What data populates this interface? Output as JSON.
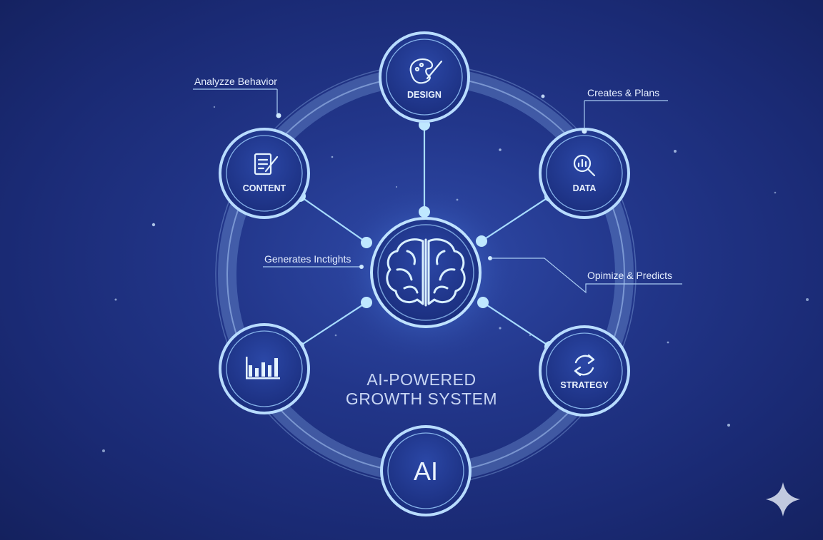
{
  "title_line1": "AI-POWERED",
  "title_line2": "GROWTH SYSTEM",
  "center": {
    "icon": "brain-icon"
  },
  "nodes": [
    {
      "id": "design",
      "label": "DESIGN",
      "icon": "palette-icon"
    },
    {
      "id": "data",
      "label": "DATA",
      "icon": "magnifier-chart-icon"
    },
    {
      "id": "strategy",
      "label": "STRATEGY",
      "icon": "cycle-arrows-icon"
    },
    {
      "id": "ai",
      "label": "AI",
      "icon": ""
    },
    {
      "id": "analytics",
      "label": "",
      "icon": "bar-chart-icon"
    },
    {
      "id": "content",
      "label": "CONTENT",
      "icon": "document-pen-icon"
    }
  ],
  "callouts": {
    "analyze": "Analyzze Behavior",
    "creates": "Creates & Plans",
    "generates": "Generates Inctights",
    "optimize": "Opimize & Predicts"
  },
  "colors": {
    "line": "#9fd4ff",
    "node_fill": "#1c3180",
    "ring": "#8fb6ee",
    "text": "#eaf3ff",
    "title": "#c8d6f4"
  },
  "corner_icon": "sparkle-icon"
}
